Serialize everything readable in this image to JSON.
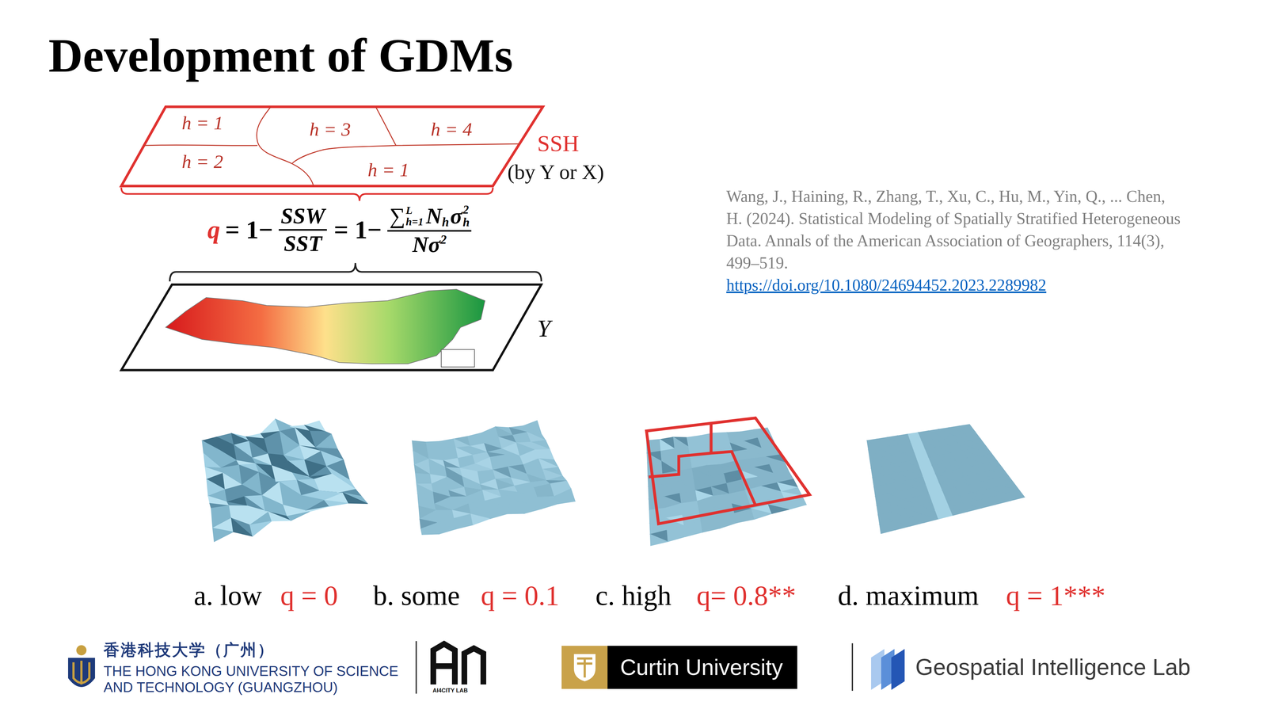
{
  "diagram": {
    "title": "Development of GDMs",
    "nodes": [
      {
        "text": [
          "h = 1",
          "h = 3",
          "h = 4",
          "h = 2",
          "h = 1",
          "SSH",
          "(by Y or X)"
        ]
      },
      {
        "text": [
          "Y"
        ]
      }
    ],
    "labels": [
      "q",
      "= 1−",
      "SSW",
      "SST",
      "= 1−",
      "∑",
      "L",
      "h=1",
      "N",
      "h",
      "σ",
      "2",
      "h",
      "Nσ",
      "2",
      "Wang, J., Haining, R., Zhang, T., Xu, C., Hu, M., Yin, Q., ... Chen, H. (2024). Statistical Modeling of Spatially Stratified Heterogeneous Data. Annals of the American Association of Geographers, 114(3), 499–519.",
      "https://doi.org/10.1080/24694452.2023.2289982",
      "a. low",
      "q = 0",
      "b. some",
      "q = 0.1",
      "c. high",
      "q= 0.8**",
      "d. maximum",
      "q = 1***",
      "香港科技大学（广州）",
      "THE HONG KONG UNIVERSITY OF SCIENCE AND TECHNOLOGY (GUANGZHOU)",
      "AI4CITY LAB",
      "Curtin University",
      "Geospatial Intelligence Lab"
    ]
  }
}
